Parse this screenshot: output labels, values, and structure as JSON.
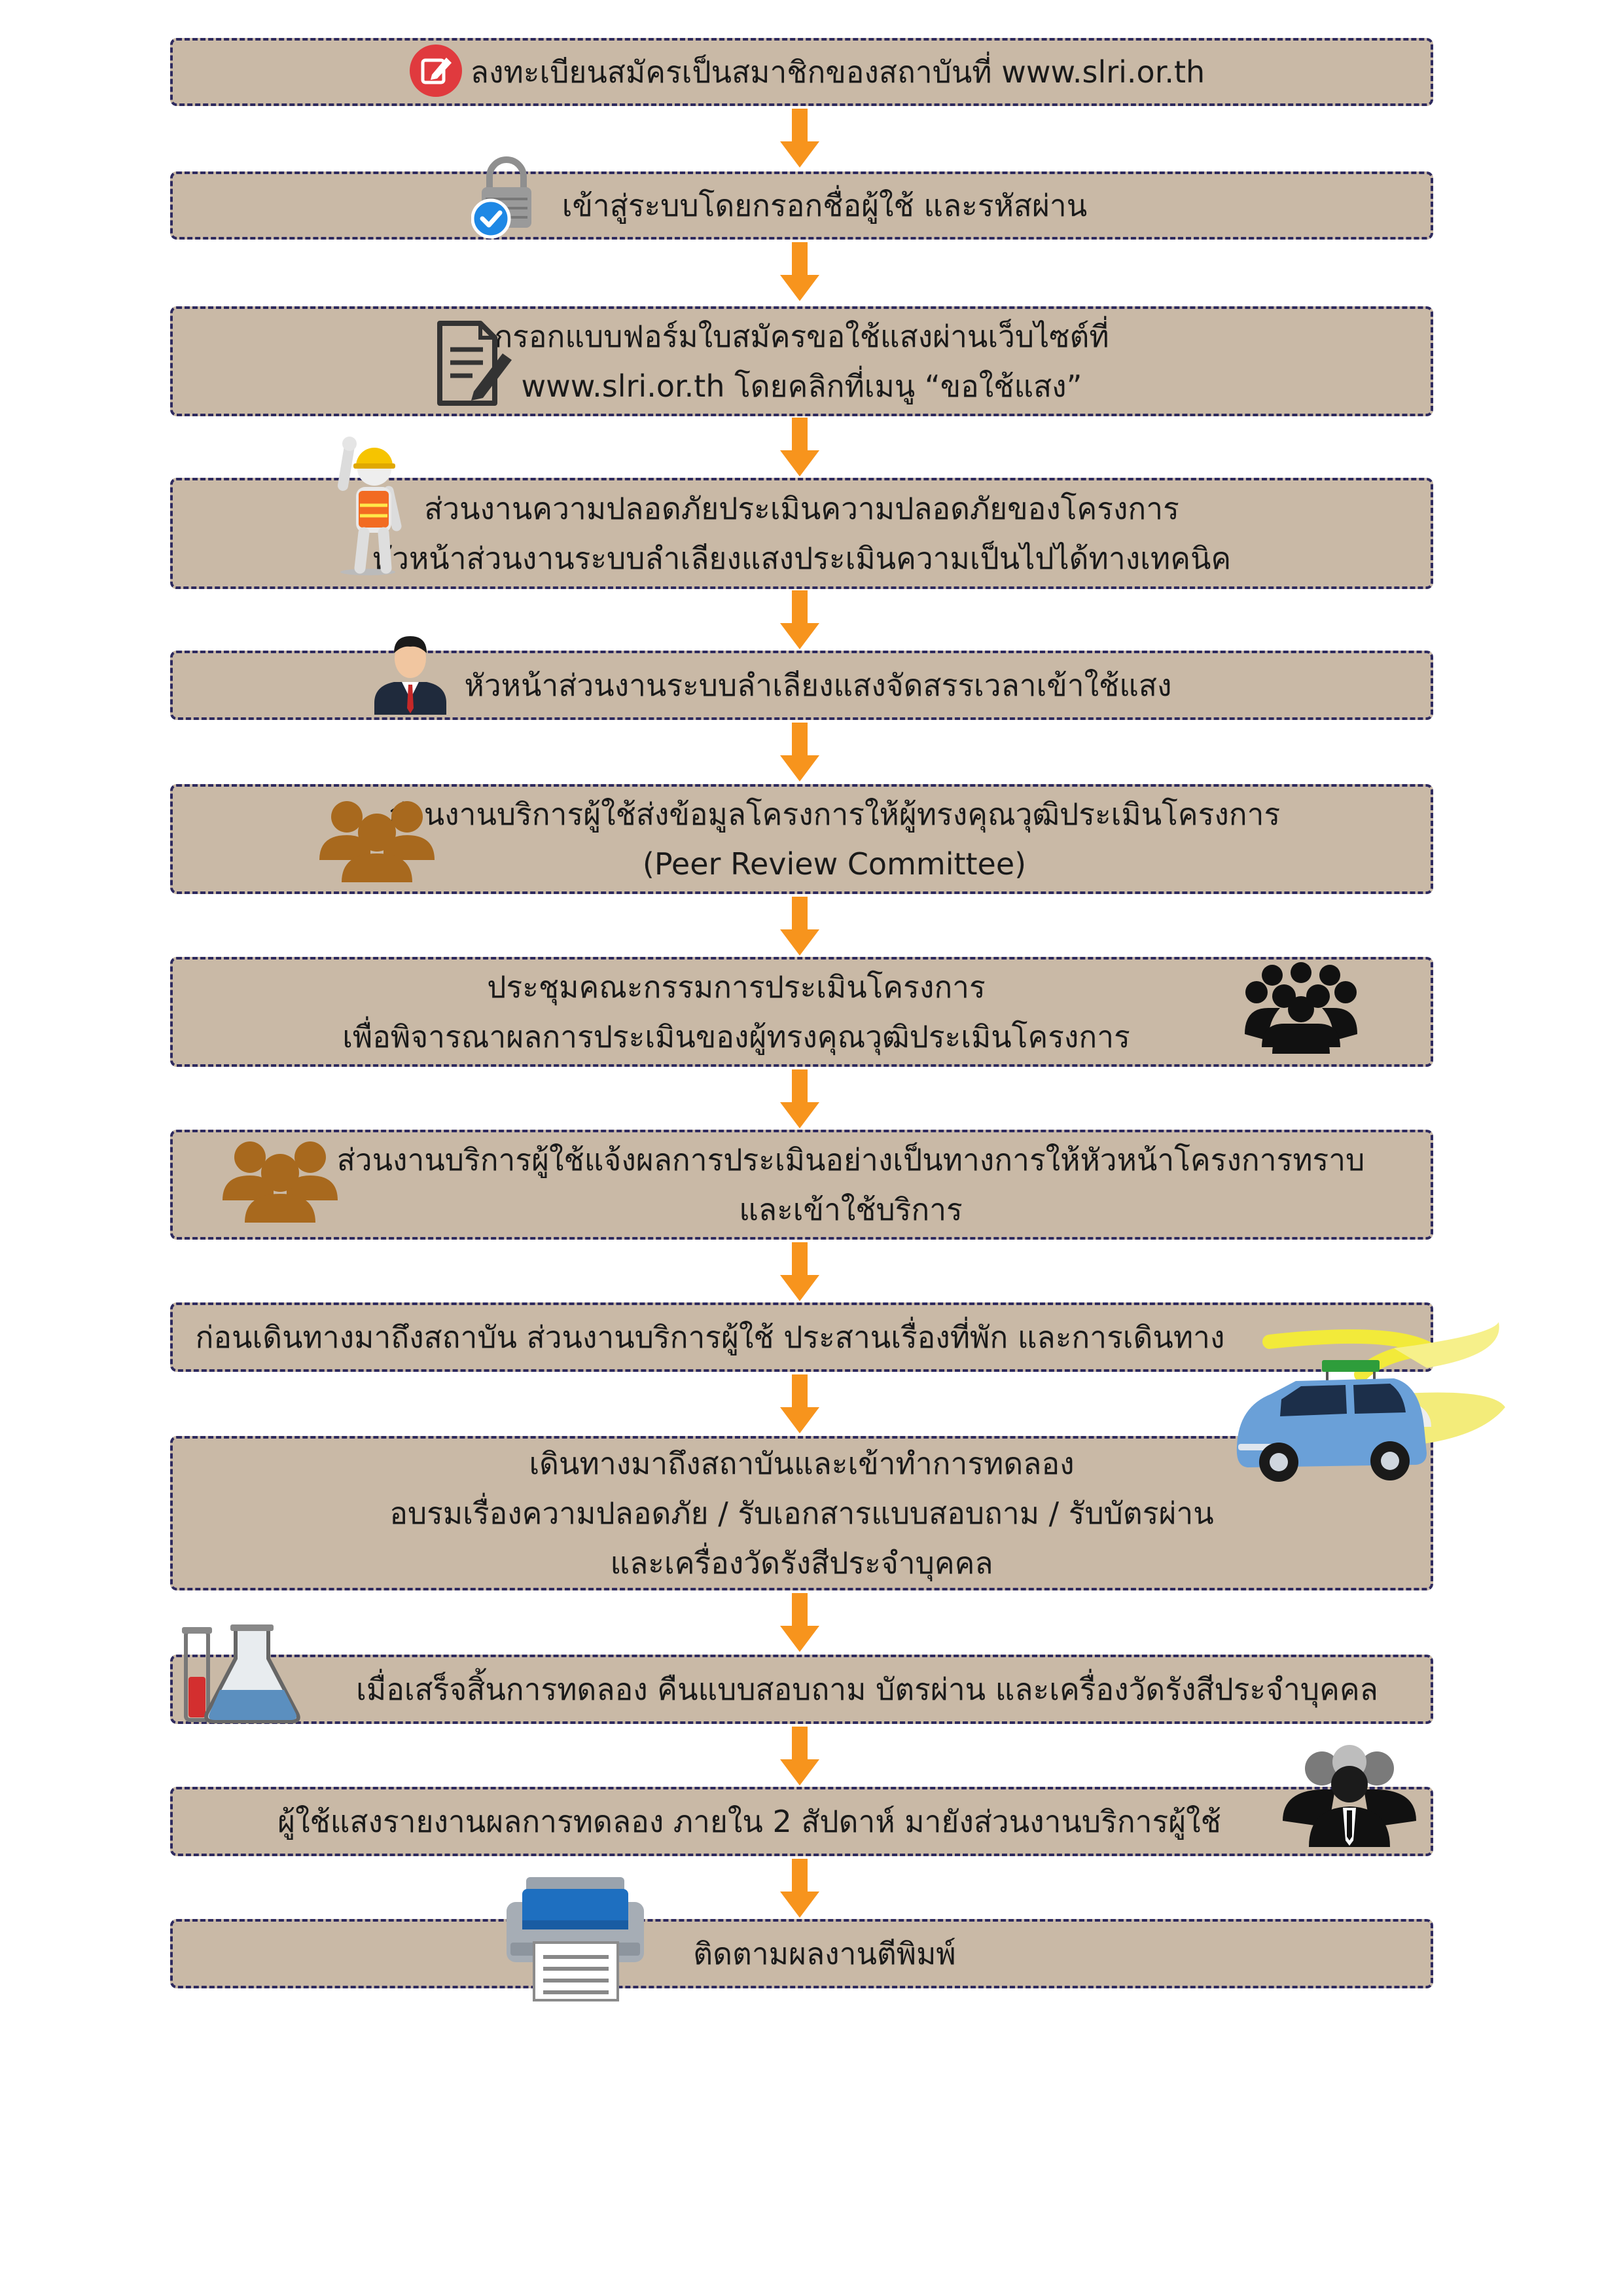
{
  "steps": [
    {
      "lines": [
        "ลงทะเบียนสมัครเป็นสมาชิกของสถาบันที่ www.slri.or.th"
      ]
    },
    {
      "lines": [
        "เข้าสู่ระบบโดยกรอกชื่อผู้ใช้ และรหัสผ่าน"
      ]
    },
    {
      "lines": [
        "กรอกแบบฟอร์มใบสมัครขอใช้แสงผ่านเว็บไซต์ที่",
        "www.slri.or.th โดยคลิกที่เมนู “ขอใช้แสง”"
      ]
    },
    {
      "lines": [
        "ส่วนงานความปลอดภัยประเมินความปลอดภัยของโครงการ",
        "หัวหน้าส่วนงานระบบลำเลียงแสงประเมินความเป็นไปได้ทางเทคนิค"
      ]
    },
    {
      "lines": [
        "หัวหน้าส่วนงานระบบลำเลียงแสงจัดสรรเวลาเข้าใช้แสง"
      ]
    },
    {
      "lines": [
        "ส่วนงานบริการผู้ใช้ส่งข้อมูลโครงการให้ผู้ทรงคุณวุฒิประเมินโครงการ",
        "(Peer Review Committee)"
      ]
    },
    {
      "lines": [
        "ประชุมคณะกรรมการประเมินโครงการ",
        "เพื่อพิจารณาผลการประเมินของผู้ทรงคุณวุฒิประเมินโครงการ"
      ]
    },
    {
      "lines": [
        "ส่วนงานบริการผู้ใช้แจ้งผลการประเมินอย่างเป็นทางการให้หัวหน้าโครงการทราบ",
        "และเข้าใช้บริการ"
      ]
    },
    {
      "lines": [
        "ก่อนเดินทางมาถึงสถาบัน ส่วนงานบริการผู้ใช้ ประสานเรื่องที่พัก และการเดินทาง"
      ]
    },
    {
      "lines": [
        "เดินทางมาถึงสถาบันและเข้าทำการทดลอง",
        "อบรมเรื่องความปลอดภัย / รับเอกสารแบบสอบถาม / รับบัตรผ่าน",
        "และเครื่องวัดรังสีประจำบุคคล"
      ]
    },
    {
      "lines": [
        "เมื่อเสร็จสิ้นการทดลอง คืนแบบสอบถาม บัตรผ่าน และเครื่องวัดรังสีประจำบุคคล"
      ]
    },
    {
      "lines": [
        "ผู้ใช้แสงรายงานผลการทดลอง ภายใน 2 สัปดาห์ มายังส่วนงานบริการผู้ใช้"
      ]
    },
    {
      "lines": [
        "ติดตามผลงานตีพิมพ์"
      ]
    }
  ],
  "icons": [
    "edit-icon",
    "lock-check-icon",
    "form-document-icon",
    "safety-worker-icon",
    "businessman-icon",
    "user-group-icon",
    "committee-crowd-icon",
    "user-group-icon",
    "car-icon",
    "lab-flask-icon",
    "team-icon",
    "printer-icon"
  ],
  "colors": {
    "box_fill": "#c9b9a6",
    "box_border": "#2e2a5e",
    "arrow": "#f7941d",
    "people_brown": "#a8691e",
    "red_badge": "#e03a3e",
    "blue_check": "#1e88e5"
  }
}
